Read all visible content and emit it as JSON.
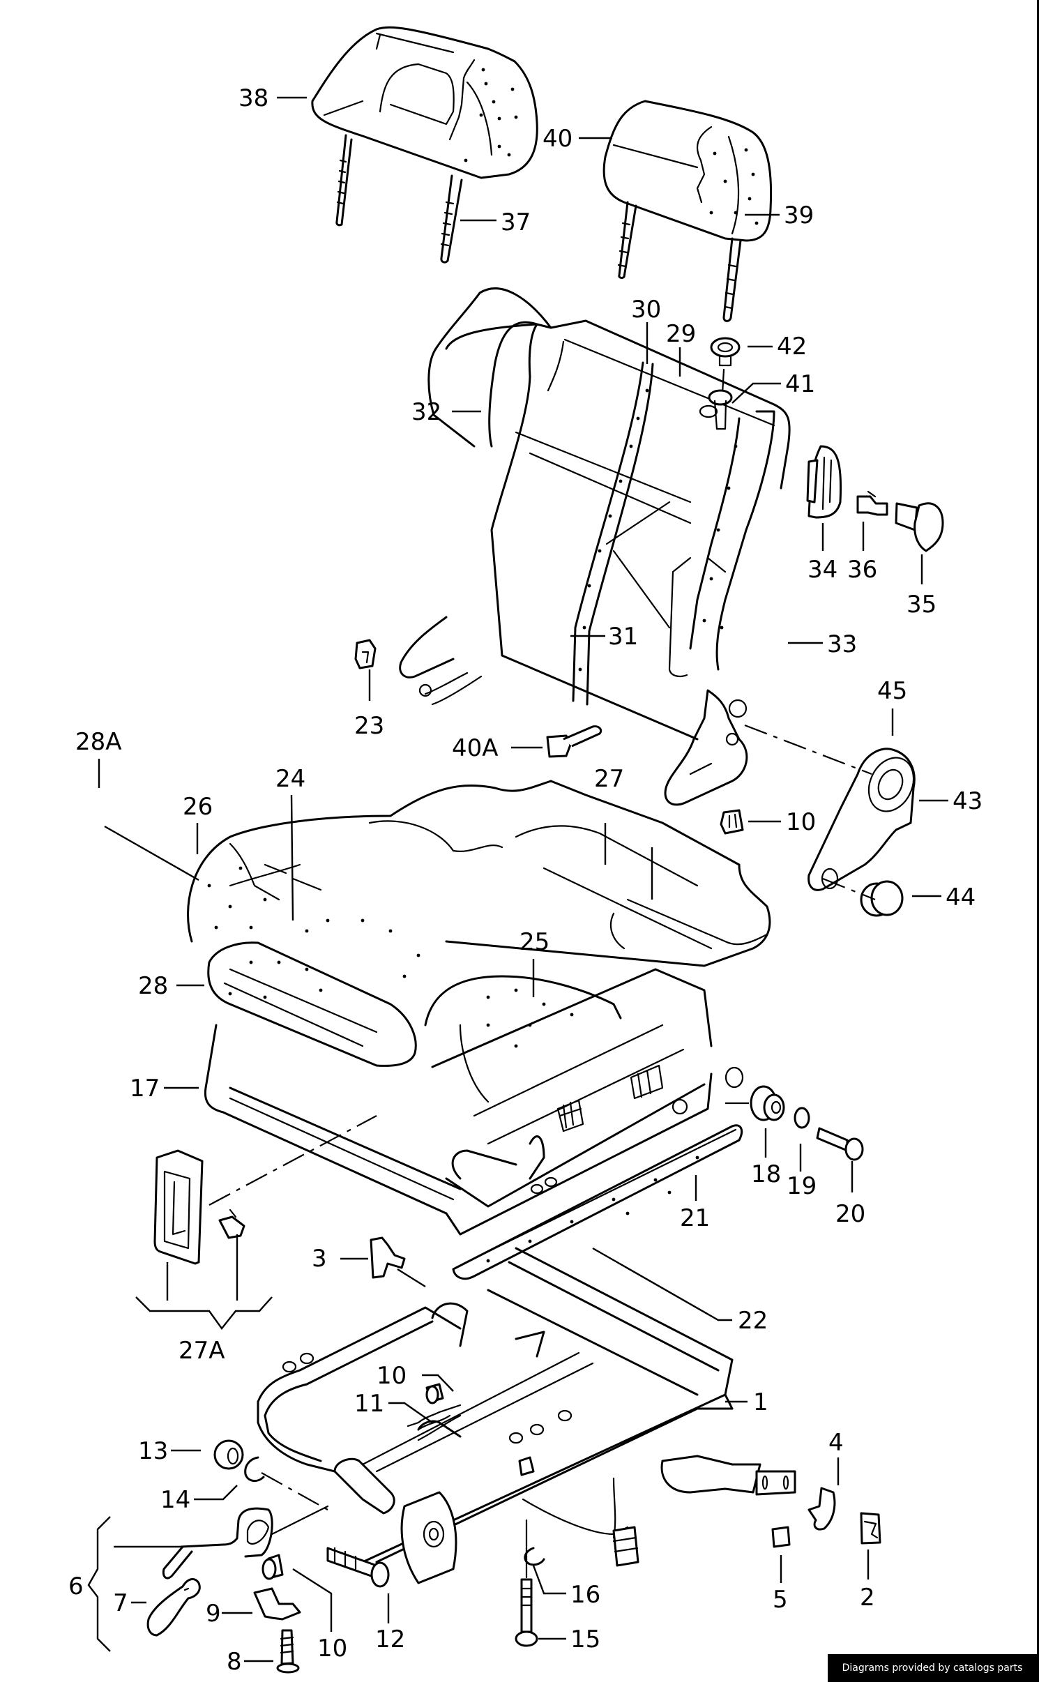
{
  "diagram": {
    "type": "exploded-parts-diagram",
    "subject": "front seat assembly",
    "callouts": {
      "c1": "1",
      "c2": "2",
      "c3": "3",
      "c4": "4",
      "c5": "5",
      "c6": "6",
      "c7": "7",
      "c8": "8",
      "c9": "9",
      "c10a": "10",
      "c10b": "10",
      "c10c": "10",
      "c11": "11",
      "c12": "12",
      "c13": "13",
      "c14": "14",
      "c15": "15",
      "c16": "16",
      "c17": "17",
      "c18": "18",
      "c19": "19",
      "c20": "20",
      "c21": "21",
      "c22": "22",
      "c23": "23",
      "c24": "24",
      "c25": "25",
      "c26": "26",
      "c27": "27",
      "c27A": "27A",
      "c28": "28",
      "c28A": "28A",
      "c29": "29",
      "c30": "30",
      "c31": "31",
      "c32": "32",
      "c33": "33",
      "c34": "34",
      "c35": "35",
      "c36": "36",
      "c37": "37",
      "c38": "38",
      "c39": "39",
      "c40": "40",
      "c40A": "40A",
      "c41": "41",
      "c42": "42",
      "c43": "43",
      "c44": "44",
      "c45": "45"
    },
    "parts": {
      "headrest_left": "headrest (38) with guide rods (37)",
      "headrest_right": "headrest (40) with guide rods (39)",
      "backrest": "backrest frame and padding (29-33)",
      "seat_cushion": "seat cushion (24-28)",
      "seat_frame": "seat frame with rails (17-22)",
      "base_frame": "seat base/runners (1-16)",
      "recliner": "recliner cover and knob (43-45)"
    }
  },
  "footer": {
    "credit": "Diagrams provided by catalogs parts"
  }
}
